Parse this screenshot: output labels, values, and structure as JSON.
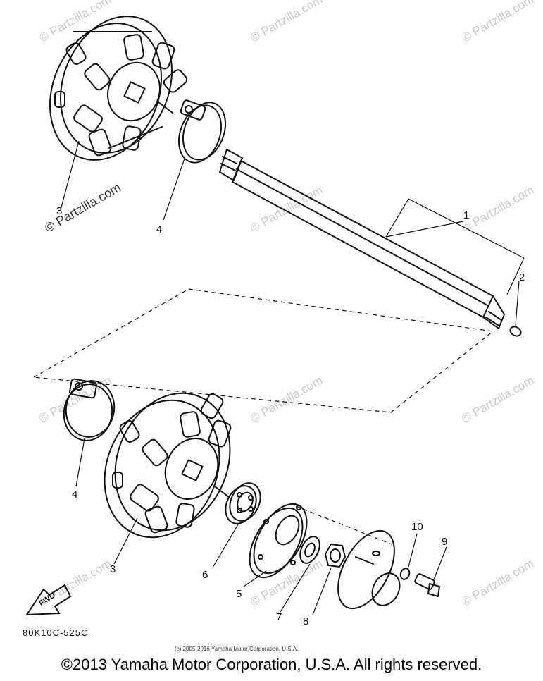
{
  "watermark": "© Partzilla.com",
  "callouts": [
    {
      "id": "1",
      "label": "1"
    },
    {
      "id": "2",
      "label": "2"
    },
    {
      "id": "3a",
      "label": "3"
    },
    {
      "id": "3b",
      "label": "3"
    },
    {
      "id": "4a",
      "label": "4"
    },
    {
      "id": "4b",
      "label": "4"
    },
    {
      "id": "5",
      "label": "5"
    },
    {
      "id": "6",
      "label": "6"
    },
    {
      "id": "7",
      "label": "7"
    },
    {
      "id": "8",
      "label": "8"
    },
    {
      "id": "9",
      "label": "9"
    },
    {
      "id": "10",
      "label": "10"
    }
  ],
  "fwd_label": "FWD",
  "diagram_code": "80K10C-525C",
  "small_copyright": "(c) 2005-2016 Yamaha Motor Corporation, U.S.A.",
  "footer_copyright": "©2013 Yamaha Motor Corporation, U.S.A. All rights reserved."
}
